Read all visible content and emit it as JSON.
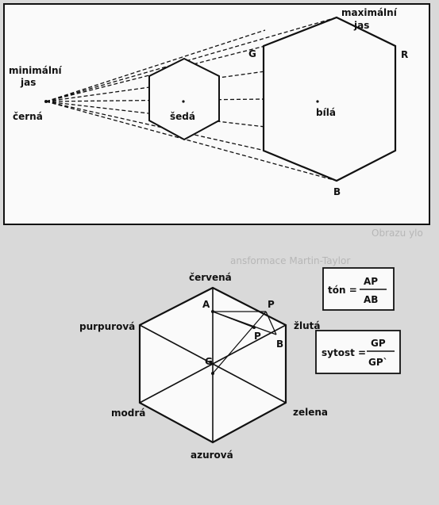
{
  "top_diagram": {
    "labels": {
      "max_brightness_line1": "maximální",
      "max_brightness_line2": "jas",
      "min_brightness_line1": "minimální",
      "min_brightness_line2": "jas",
      "black": "černá",
      "gray": "šedá",
      "white": "bílá",
      "vertex_g": "G",
      "vertex_r": "R",
      "vertex_b": "B"
    }
  },
  "bottom_diagram": {
    "labels": {
      "red": "červená",
      "yellow": "žlutá",
      "purple": "purpurová",
      "blue": "modrá",
      "green": "zelena",
      "cyan": "azurová",
      "point_a": "A",
      "point_p_upper": "P",
      "point_p_lower": "P",
      "point_b": "B",
      "point_g": "G"
    },
    "formulas": {
      "hue_label": "tón =",
      "hue_numerator": "AP",
      "hue_denominator": "AB",
      "saturation_label": "sytost =",
      "saturation_numerator": "GP",
      "saturation_denominator": "GP`"
    }
  },
  "background_text": {
    "fragment_1": "Obrazu ylo",
    "fragment_2": "ansformace Martin-Taylor"
  },
  "colors": {
    "panel_bg": "#fafafa",
    "page_bg": "#d9d9d9",
    "ink": "#111111"
  }
}
